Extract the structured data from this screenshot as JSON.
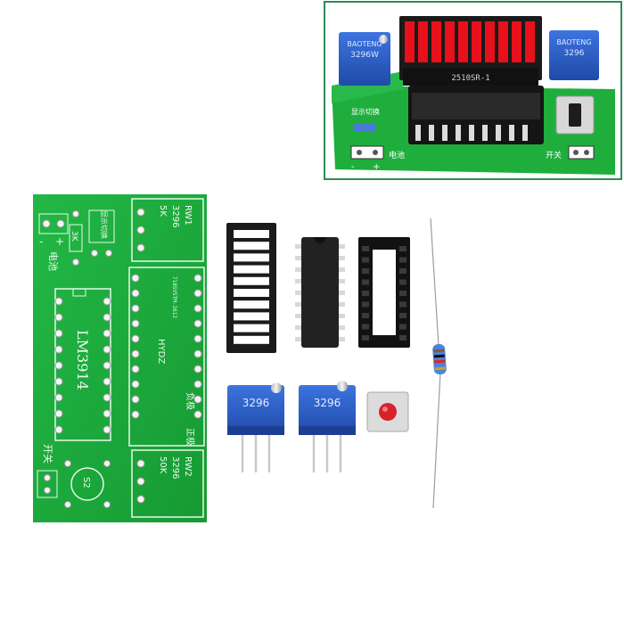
{
  "photo": {
    "inset": {
      "display_label": "2510SR-1",
      "pot_left_brand": "BAOTENG",
      "pot_left_model": "3296W",
      "pot_right_brand": "BAOTENG",
      "pot_right_model": "3296",
      "switch_display_label": "显示切换",
      "battery_label": "电池",
      "minus_sign": "-",
      "plus_sign": "+",
      "power_switch_label": "开关"
    },
    "pcb": {
      "chip_label": "LM3914",
      "rw1_label": "RW1",
      "rw1_model": "3296",
      "rw1_value": "5K",
      "rw2_label": "RW2",
      "rw2_model": "3296",
      "rw2_value": "50K",
      "switch_display_label": "显示切换",
      "resistor_label": "3K",
      "battery_label": "电池",
      "minus_sign": "-",
      "plus_sign": "+",
      "power_switch_label": "开关",
      "s2_label": "S2",
      "brand_label": "HYDZ",
      "serial_label": "7185VSTM-2612",
      "negative_label": "负极",
      "positive_label": "正极"
    },
    "trimmers": {
      "left_model": "3296",
      "right_model": "3296"
    },
    "colors": {
      "pcb_green": "#1fae3c",
      "pcb_dark": "#137a2a",
      "led_red": "#e8101a",
      "pot_blue": "#2b5fc9",
      "frame_green": "#2e8b57"
    }
  }
}
